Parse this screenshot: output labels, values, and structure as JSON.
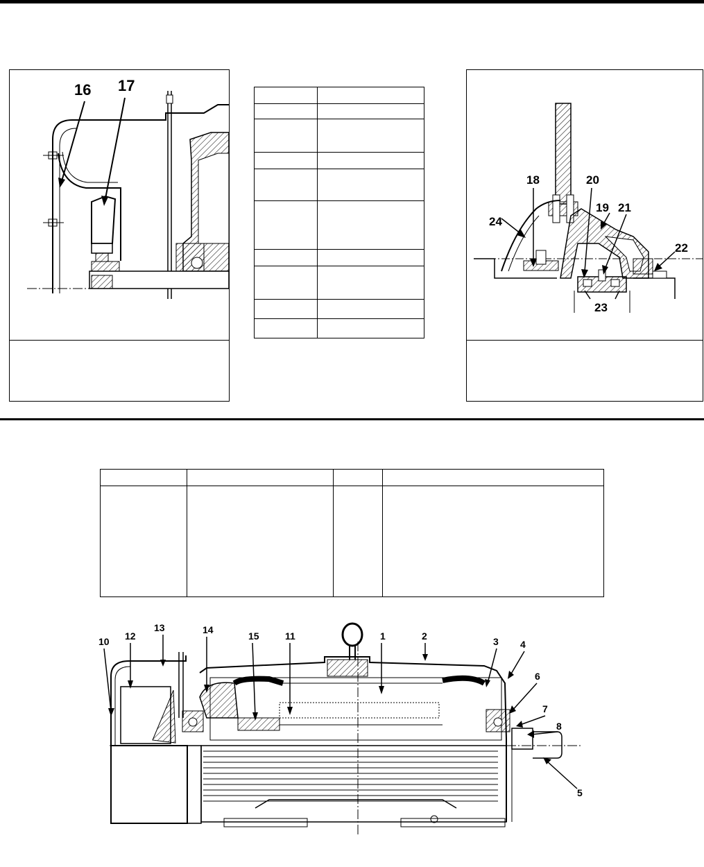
{
  "labels": {
    "l1": "1",
    "l2": "2",
    "l3": "3",
    "l4": "4",
    "l5": "5",
    "l6": "6",
    "l7": "7",
    "l8": "8",
    "l10": "10",
    "l11": "11",
    "l12": "12",
    "l13": "13",
    "l14": "14",
    "l15": "15",
    "l16": "16",
    "l17": "17",
    "l18": "18",
    "l19": "19",
    "l20": "20",
    "l21": "21",
    "l22": "22",
    "l23": "23",
    "l24": "24"
  },
  "colors": {
    "line": "#000000",
    "hatch": "#555555",
    "background": "#ffffff"
  }
}
